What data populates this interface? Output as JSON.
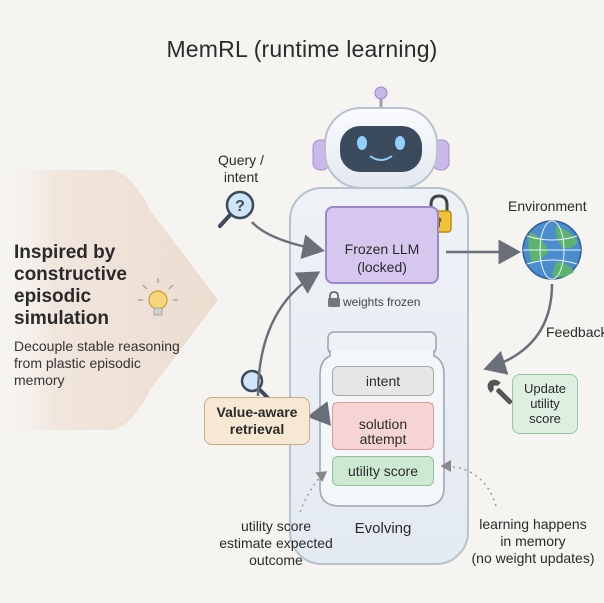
{
  "title": "MemRL (runtime learning)",
  "left": {
    "headline": "Inspired by constructive episodic simulation",
    "subtext": "Decouple stable reasoning from plastic episodic memory"
  },
  "query": {
    "line1": "Query /",
    "line2": "intent"
  },
  "llm": {
    "line1": "Frozen LLM",
    "line2": "(locked)",
    "weights": "weights frozen"
  },
  "environment": {
    "label": "Environment",
    "feedback": "Feedback"
  },
  "jar": {
    "intent": "intent",
    "solution_line1": "solution",
    "solution_line2": "attempt",
    "utility": "utility score",
    "evolving": "Evolving"
  },
  "value": {
    "line1": "Value-aware",
    "line2": "retrieval"
  },
  "update": {
    "line1": "Update",
    "line2": "utility",
    "line3": "score"
  },
  "notes": {
    "left1": "utility score",
    "left2": "estimate expected",
    "left3": "outcome",
    "right1": "learning happens",
    "right2": "in memory",
    "right3": "(no weight updates)"
  },
  "colors": {
    "llm_fill": "#d6c7ee",
    "robot_body": "#e8eef4",
    "value_fill": "#f7e8d3",
    "update_fill": "#dcefe0",
    "utility_fill": "#cde9d2",
    "solution_fill": "#f6d4d4"
  },
  "icons": [
    "lightbulb-icon",
    "magnifier-question-icon",
    "snowflake-icon",
    "padlock-icon",
    "globe-icon",
    "magnifier-icon",
    "wrench-icon",
    "small-lock-icon"
  ]
}
